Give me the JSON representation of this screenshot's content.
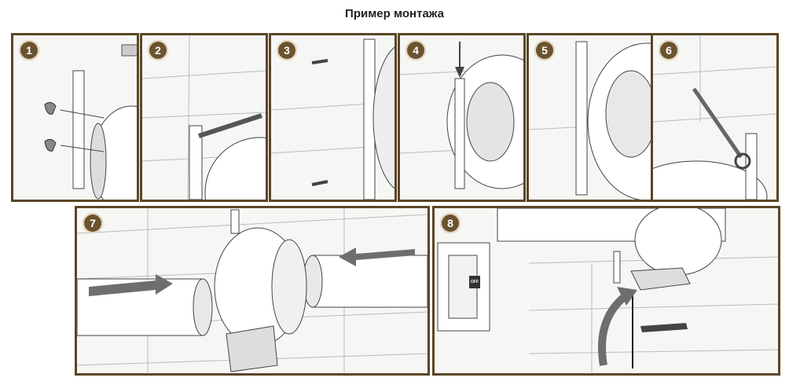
{
  "page": {
    "title": "Пример монтажа"
  },
  "steps": [
    {
      "number": "1"
    },
    {
      "number": "2"
    },
    {
      "number": "3"
    },
    {
      "number": "4"
    },
    {
      "number": "5"
    },
    {
      "number": "6"
    },
    {
      "number": "7"
    },
    {
      "number": "8"
    }
  ],
  "switch_label": "OFF",
  "colors": {
    "frame": "#5a4627",
    "badge": "#6b5330",
    "arrow": "#6e6e6e"
  }
}
